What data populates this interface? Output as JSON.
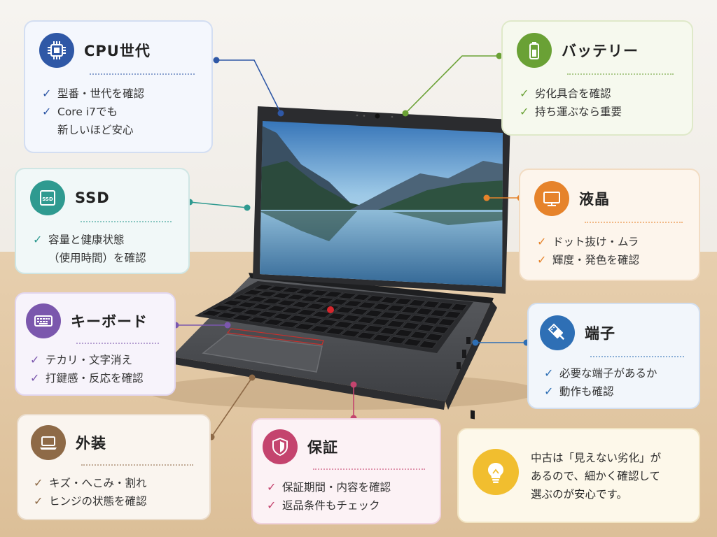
{
  "cards": [
    {
      "id": "cpu",
      "title": "CPU世代",
      "icon": "cpu-chip-icon",
      "color": "#2f58a6",
      "bg": "#f4f7fd",
      "border": "#d3def2",
      "items": [
        "型番・世代を確認",
        "Core i7でも\n新しいほど安心"
      ]
    },
    {
      "id": "battery",
      "title": "バッテリー",
      "icon": "battery-icon",
      "color": "#6aa135",
      "bg": "#f6f9ee",
      "border": "#dfe9c9",
      "items": [
        "劣化具合を確認",
        "持ち運ぶなら重要"
      ]
    },
    {
      "id": "ssd",
      "title": "SSD",
      "icon": "ssd-drive-icon",
      "color": "#2f9a90",
      "bg": "#f1f8f8",
      "border": "#cfe6e4",
      "items": [
        "容量と健康状態\n（使用時間）を確認"
      ]
    },
    {
      "id": "lcd",
      "title": "液晶",
      "icon": "monitor-icon",
      "color": "#e6832b",
      "bg": "#fdf5ec",
      "border": "#f2dcc3",
      "items": [
        "ドット抜け・ムラ",
        "輝度・発色を確認"
      ]
    },
    {
      "id": "keyboard",
      "title": "キーボード",
      "icon": "keyboard-icon",
      "color": "#7b57ad",
      "bg": "#f7f3fb",
      "border": "#e2d6ef",
      "items": [
        "テカリ・文字消え",
        "打鍵感・反応を確認"
      ]
    },
    {
      "id": "port",
      "title": "端子",
      "icon": "usb-port-icon",
      "color": "#2e6fb5",
      "bg": "#f2f6fb",
      "border": "#d2dff0",
      "items": [
        "必要な端子があるか",
        "動作も確認"
      ]
    },
    {
      "id": "exterior",
      "title": "外装",
      "icon": "laptop-icon",
      "color": "#8e6a47",
      "bg": "#faf5ef",
      "border": "#eadccb",
      "items": [
        "キズ・へこみ・割れ",
        "ヒンジの状態を確認"
      ]
    },
    {
      "id": "warranty",
      "title": "保証",
      "icon": "shield-icon",
      "color": "#c4446e",
      "bg": "#fcf2f5",
      "border": "#f0d3dd",
      "items": [
        "保証期間・内容を確認",
        "返品条件もチェック"
      ]
    }
  ],
  "tip": {
    "text": "中古は「見えない劣化」が\nあるので、細かく確認して\n選ぶのが安心です。",
    "icon": "lightbulb-icon",
    "color": "#f1be2f"
  }
}
